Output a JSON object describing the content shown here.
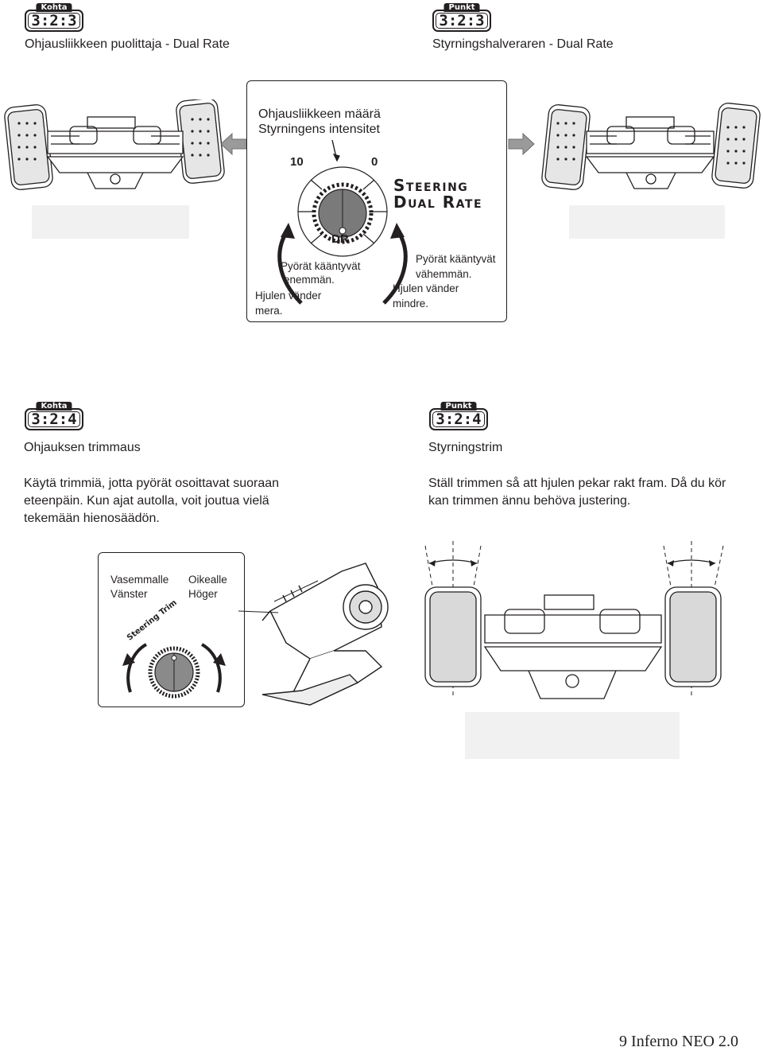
{
  "section_323": {
    "fi_badge_tab": "Kohta",
    "sv_badge_tab": "Punkt",
    "badge_number": "3:2:3",
    "fi_title": "Ohjausliikkeen puolittaja - Dual Rate",
    "sv_title": "Styrningshalveraren - Dual Rate",
    "diagram": {
      "heading_fi": "Ohjausliikkeen määrä",
      "heading_sv": "Styrningens intensitet",
      "scale_max": "10",
      "scale_min": "0",
      "knob_label": "DR",
      "steering_line1": "Steering",
      "steering_line2": "Dual Rate",
      "left_text_fi_1": "Pyörät kääntyvät",
      "left_text_fi_2": "enemmän.",
      "left_text_sv_1": "Hjulen vänder",
      "left_text_sv_2": "mera.",
      "right_text_fi_1": "Pyörät kääntyvät",
      "right_text_fi_2": "vähemmän.",
      "right_text_sv_1": "Hjulen vänder",
      "right_text_sv_2": "mindre."
    }
  },
  "section_324": {
    "fi_badge_tab": "Kohta",
    "sv_badge_tab": "Punkt",
    "badge_number": "3:2:4",
    "fi_title": "Ohjauksen trimmaus",
    "sv_title": "Styrningstrim",
    "fi_text": "Käytä trimmiä, jotta pyörät osoittavat suoraan eteenpäin. Kun ajat autolla, voit joutua vielä tekemään hienosäädön.",
    "fi_text_lines": [
      "Käytä trimmiä, jotta pyörät osoittavat suoraan",
      "eteenpäin. Kun ajat autolla, voit joutua vielä",
      "tekemään hienosäädön."
    ],
    "sv_text_lines": [
      "Ställ trimmen så att hjulen pekar rakt fram. Då du kör",
      "kan trimmen ännu behöva justering."
    ],
    "trim_box": {
      "left_fi": "Vasemmalle",
      "left_sv": "Vänster",
      "right_fi": "Oikealle",
      "right_sv": "Höger",
      "dial_label": "Steering Trim"
    }
  },
  "footer": {
    "page_label": "9 Inferno NEO 2.0"
  }
}
